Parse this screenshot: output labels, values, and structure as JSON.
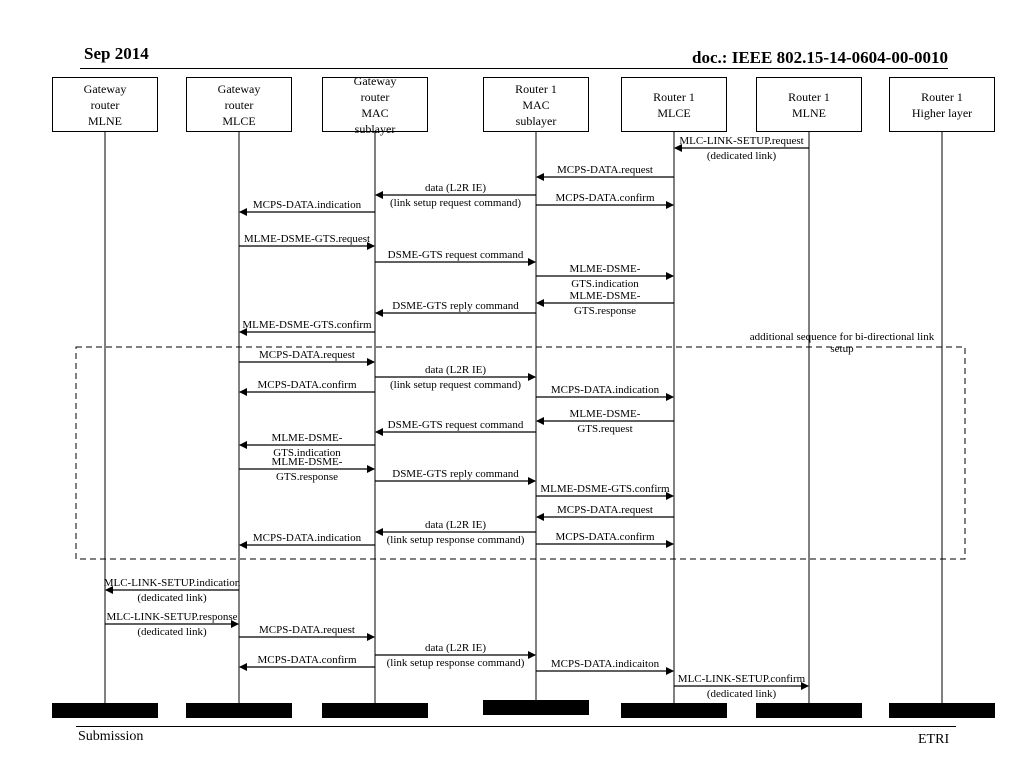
{
  "header": {
    "date": "Sep 2014",
    "doc_id": "doc.: IEEE 802.15-14-0604-00-0010"
  },
  "footer": {
    "left": "Submission",
    "right": "ETRI"
  },
  "lifelines": [
    {
      "id": "gw-mlne",
      "label": "Gateway\nrouter\nMLNE"
    },
    {
      "id": "gw-mlce",
      "label": "Gateway\nrouter\nMLCE"
    },
    {
      "id": "gw-mac",
      "label": "Gateway\nrouter\nMAC\nsublayer"
    },
    {
      "id": "r1-mac",
      "label": "Router 1\nMAC\nsublayer"
    },
    {
      "id": "r1-mlce",
      "label": "Router 1\nMLCE"
    },
    {
      "id": "r1-mlne",
      "label": "Router 1\nMLNE"
    },
    {
      "id": "r1-hl",
      "label": "Router 1\nHigher layer"
    }
  ],
  "optional_block": {
    "label": "additional sequence for bi-directional link\nsetup"
  },
  "messages": [
    {
      "from": 5,
      "to": 4,
      "label": "MLC-LINK-SETUP.request",
      "sublabel": "(dedicated link)"
    },
    {
      "from": 4,
      "to": 3,
      "label": "MCPS-DATA.request"
    },
    {
      "from": 3,
      "to": 2,
      "label": "data (L2R IE)",
      "sublabel": "(link setup request command)"
    },
    {
      "from": 3,
      "to": 4,
      "label": "MCPS-DATA.confirm"
    },
    {
      "from": 2,
      "to": 1,
      "label": "MCPS-DATA.indication"
    },
    {
      "from": 1,
      "to": 2,
      "label": "MLME-DSME-GTS.request"
    },
    {
      "from": 2,
      "to": 3,
      "label": "DSME-GTS request command"
    },
    {
      "from": 3,
      "to": 4,
      "label": "MLME-DSME-",
      "sublabel": "GTS.indication"
    },
    {
      "from": 4,
      "to": 3,
      "label": "MLME-DSME-",
      "sublabel": "GTS.response"
    },
    {
      "from": 3,
      "to": 2,
      "label": "DSME-GTS reply command"
    },
    {
      "from": 2,
      "to": 1,
      "label": "MLME-DSME-GTS.confirm"
    },
    {
      "from": 1,
      "to": 2,
      "label": "MCPS-DATA.request"
    },
    {
      "from": 2,
      "to": 3,
      "label": "data (L2R IE)",
      "sublabel": "(link setup request command)"
    },
    {
      "from": 2,
      "to": 1,
      "label": "MCPS-DATA.confirm"
    },
    {
      "from": 3,
      "to": 4,
      "label": "MCPS-DATA.indication"
    },
    {
      "from": 4,
      "to": 3,
      "label": "MLME-DSME-",
      "sublabel": "GTS.request"
    },
    {
      "from": 3,
      "to": 2,
      "label": "DSME-GTS request command"
    },
    {
      "from": 2,
      "to": 1,
      "label": "MLME-DSME-",
      "sublabel": "GTS.indication"
    },
    {
      "from": 1,
      "to": 2,
      "label": "MLME-DSME-",
      "sublabel": "GTS.response"
    },
    {
      "from": 2,
      "to": 3,
      "label": "DSME-GTS reply command"
    },
    {
      "from": 3,
      "to": 4,
      "label": "MLME-DSME-GTS.confirm"
    },
    {
      "from": 4,
      "to": 3,
      "label": "MCPS-DATA.request"
    },
    {
      "from": 3,
      "to": 2,
      "label": "data (L2R IE)",
      "sublabel": "(link setup response command)"
    },
    {
      "from": 2,
      "to": 1,
      "label": "MCPS-DATA.indication"
    },
    {
      "from": 3,
      "to": 4,
      "label": "MCPS-DATA.confirm"
    },
    {
      "from": 1,
      "to": 0,
      "label": "MLC-LINK-SETUP.indication",
      "sublabel": "(dedicated link)"
    },
    {
      "from": 0,
      "to": 1,
      "label": "MLC-LINK-SETUP.response",
      "sublabel": "(dedicated link)"
    },
    {
      "from": 1,
      "to": 2,
      "label": "MCPS-DATA.request"
    },
    {
      "from": 2,
      "to": 3,
      "label": "data (L2R IE)",
      "sublabel": "(link setup response command)"
    },
    {
      "from": 2,
      "to": 1,
      "label": "MCPS-DATA.confirm"
    },
    {
      "from": 3,
      "to": 4,
      "label": "MCPS-DATA.indicaiton"
    },
    {
      "from": 4,
      "to": 5,
      "label": "MLC-LINK-SETUP.confirm",
      "sublabel": "(dedicated link)"
    }
  ]
}
